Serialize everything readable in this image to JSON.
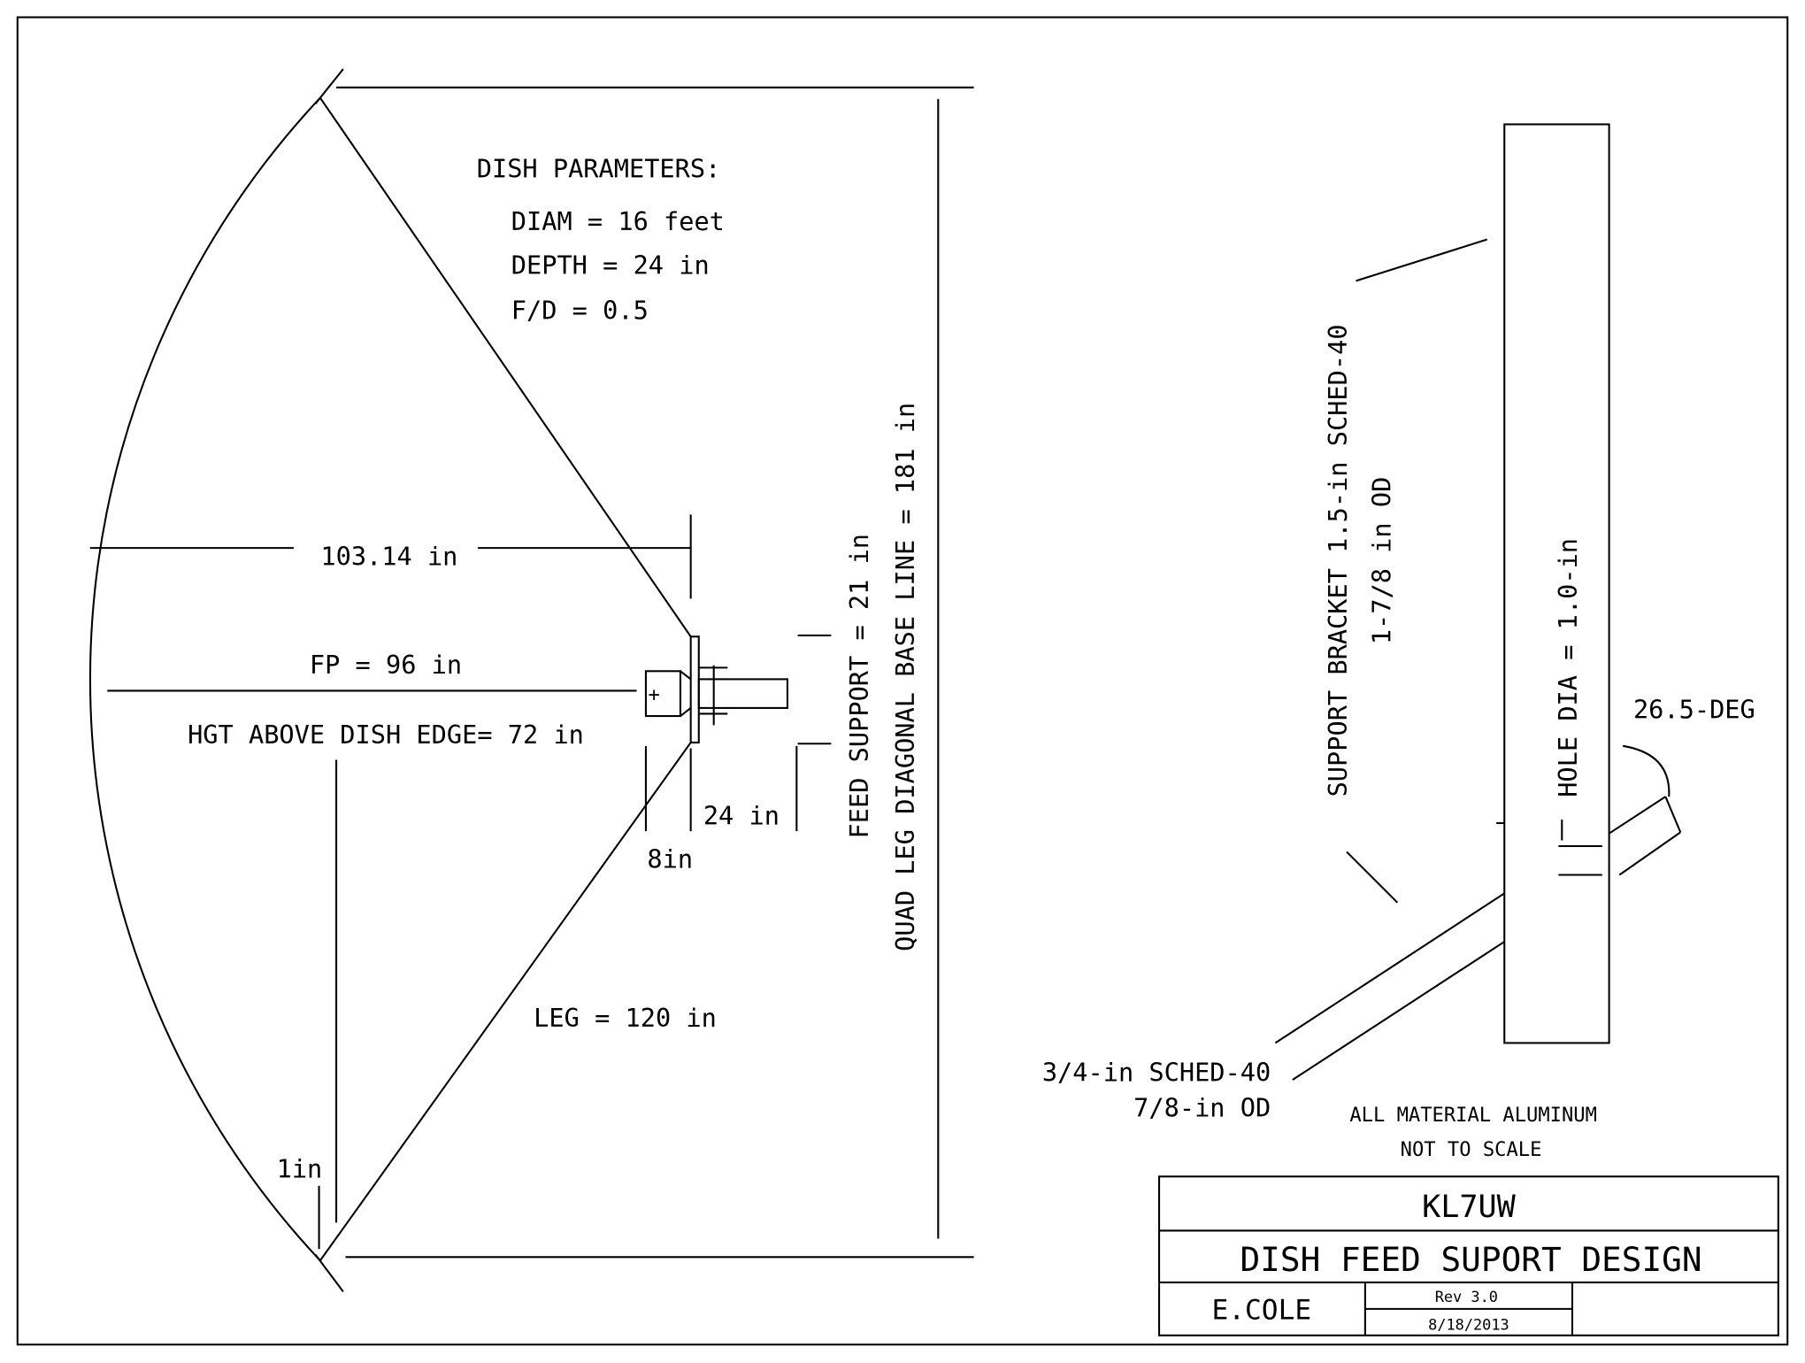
{
  "parameters": {
    "heading": "DISH PARAMETERS:",
    "diam": "DIAM = 16 feet",
    "depth": "DEPTH = 24 in",
    "fd": "F/D = 0.5"
  },
  "dimensions": {
    "rim_to_plate": "103.14 in",
    "focal_point": "FP = 96 in",
    "height_above_edge": "HGT ABOVE DISH EDGE= 72 in",
    "one_in": "1in",
    "eight_in": "8in",
    "twenty_four_in": "24 in",
    "leg": "LEG = 120 in",
    "feed_support": "FEED SUPPORT = 21 in",
    "quad_leg": "QUAD LEG DIAGONAL BASE LINE = 181 in"
  },
  "bracket": {
    "support_bracket": "SUPPORT BRACKET 1.5-in SCHED-40",
    "support_od": "1-7/8 in OD",
    "hole_dia": "HOLE DIA = 1.0-in",
    "angle": "26.5-DEG",
    "pipe_sched": "3/4-in SCHED-40",
    "pipe_od": "7/8-in OD"
  },
  "notes": {
    "material": "ALL MATERIAL ALUMINUM",
    "scale": "NOT TO SCALE"
  },
  "title_block": {
    "callsign": "KL7UW",
    "title": "DISH FEED SUPORT DESIGN",
    "author": "E.COLE",
    "revision": "Rev 3.0",
    "date": "8/18/2013"
  }
}
